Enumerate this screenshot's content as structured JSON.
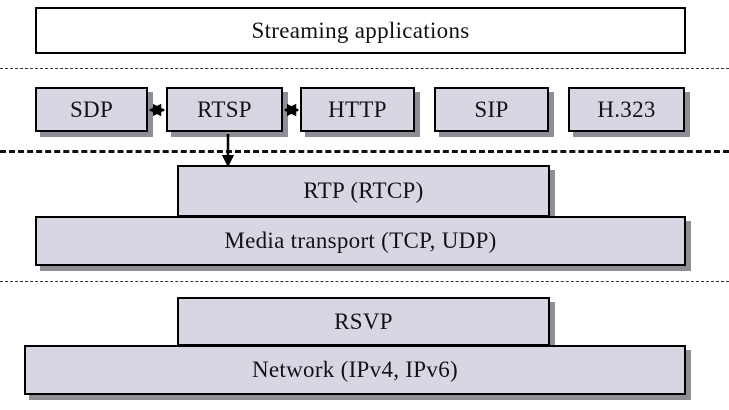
{
  "diagram": {
    "app_layer": {
      "label": "Streaming applications"
    },
    "session_layer": {
      "protocols": [
        "SDP",
        "RTSP",
        "HTTP",
        "SIP",
        "H.323"
      ]
    },
    "transport_layer": {
      "upper": "RTP (RTCP)",
      "lower": "Media transport (TCP, UDP)"
    },
    "network_layer": {
      "upper": "RSVP",
      "lower": "Network (IPv4, IPv6)"
    },
    "connections": [
      {
        "from": "RTSP",
        "to": "SDP",
        "style": "bidirectional"
      },
      {
        "from": "RTSP",
        "to": "HTTP",
        "style": "bidirectional"
      },
      {
        "from": "RTSP",
        "to": "RTP (RTCP)",
        "style": "arrow"
      }
    ]
  },
  "colors": {
    "box_fill": "#d6d7e3",
    "box_shadow": "#8d8e96",
    "border": "#000000"
  }
}
